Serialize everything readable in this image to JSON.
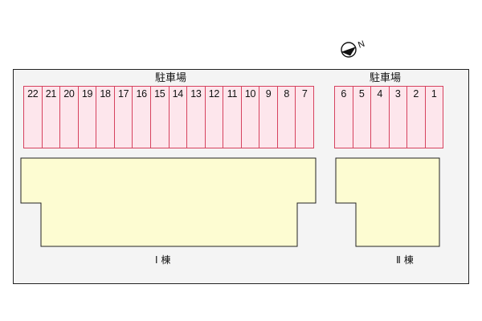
{
  "colors": {
    "site_fill": "#f4f4f4",
    "site_border": "#222222",
    "stall_fill": "#fde6ec",
    "stall_border": "#d6425e",
    "building_fill": "#fdfcd2",
    "building_border": "#222222"
  },
  "compass": {
    "icon": "north-arrow-icon",
    "letter": "N"
  },
  "parking_left": {
    "label": "駐車場",
    "stalls": [
      "22",
      "21",
      "20",
      "19",
      "18",
      "17",
      "16",
      "15",
      "14",
      "13",
      "12",
      "11",
      "10",
      "9",
      "8",
      "7"
    ]
  },
  "parking_right": {
    "label": "駐車場",
    "stalls": [
      "6",
      "5",
      "4",
      "3",
      "2",
      "1"
    ]
  },
  "building_1": {
    "label": "Ⅰ 棟"
  },
  "building_2": {
    "label": "Ⅱ 棟"
  }
}
